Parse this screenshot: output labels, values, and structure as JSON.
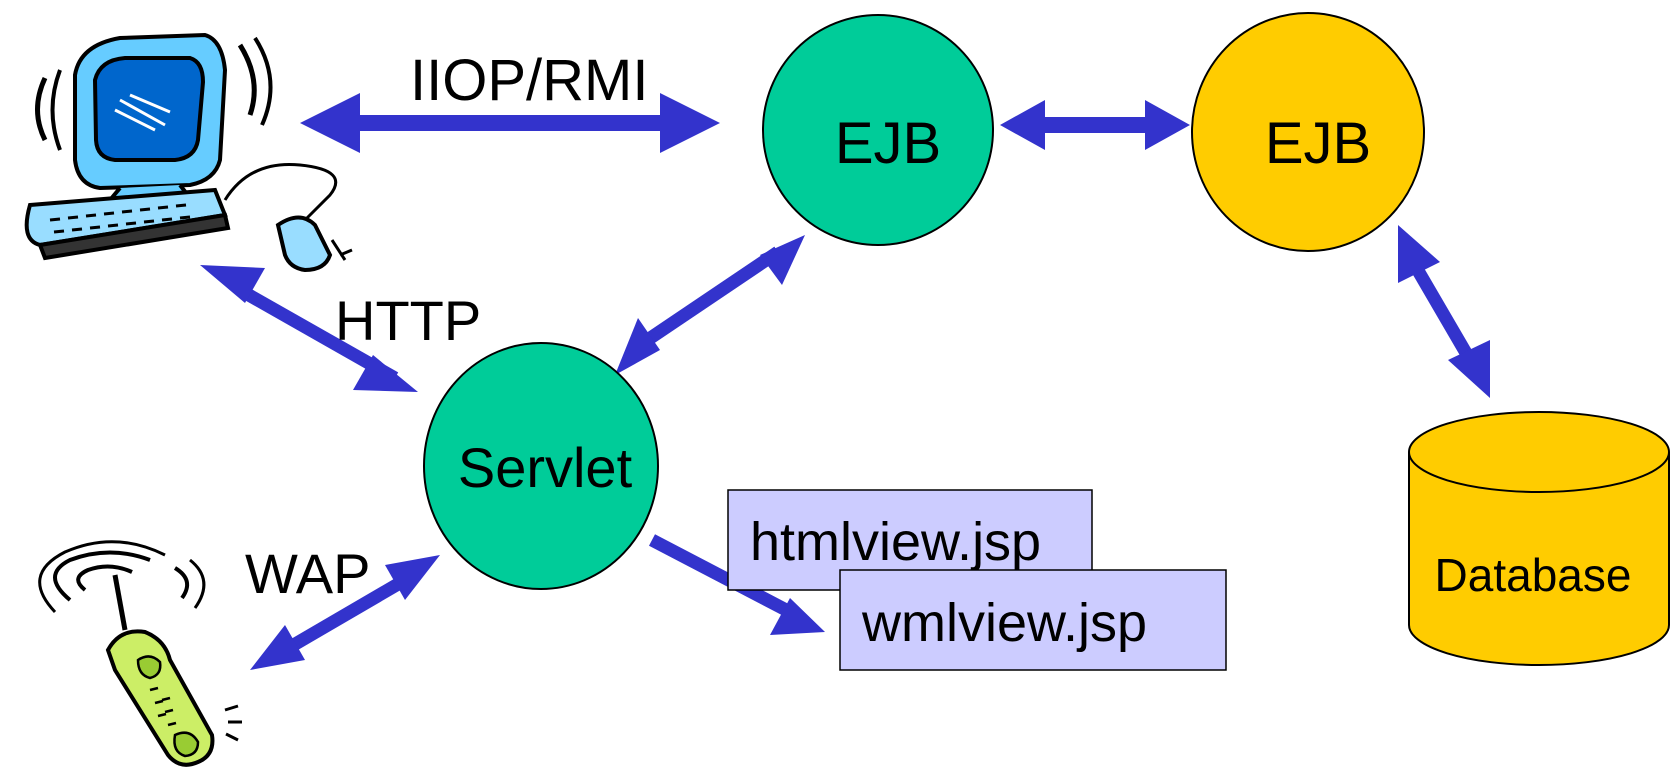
{
  "labels": {
    "iiop": "IIOP/RMI",
    "http": "HTTP",
    "wap": "WAP"
  },
  "nodes": {
    "ejb_web": "EJB",
    "ejb_data": "EJB",
    "servlet": "Servlet",
    "database": "Database",
    "htmlview": "htmlview.jsp",
    "wmlview": "wmlview.jsp"
  },
  "colors": {
    "arrow": "#3333cc",
    "green_node": "#00cc99",
    "gold_node": "#ffcc00",
    "jsp_box": "#ccccff",
    "monitor_blue": "#66ccff",
    "phone_green": "#ccee66"
  },
  "icons": {
    "computer": "desktop-computer-icon",
    "phone": "wireless-phone-icon"
  }
}
